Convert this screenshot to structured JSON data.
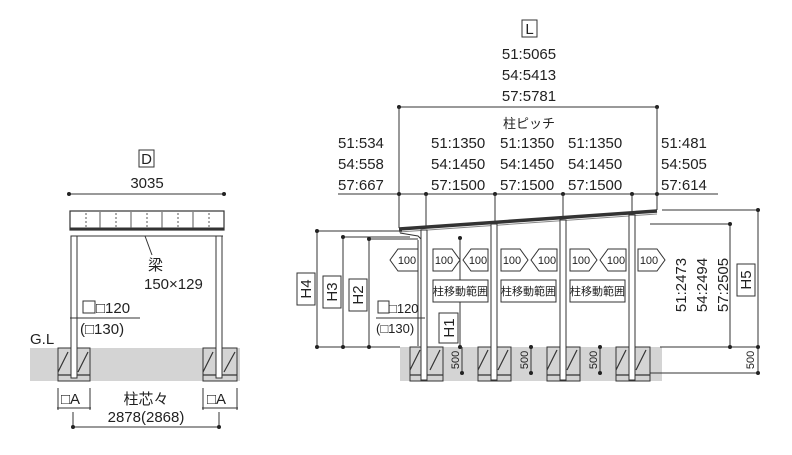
{
  "side_view": {
    "depth_label": "D",
    "depth_value": "3035",
    "beam_label": "梁",
    "beam_size": "150×129",
    "post_size": "□120",
    "post_size_alt": "(□130)",
    "ground_label": "G.L",
    "foundation_label": "□A",
    "post_center_label": "柱芯々",
    "post_center_value": "2878(2868)"
  },
  "front_view": {
    "length_label": "L",
    "length_values": [
      "51:5065",
      "54:5413",
      "57:5781"
    ],
    "pitch_label": "柱ピッチ",
    "spans": [
      [
        "51:534",
        "54:558",
        "57:667"
      ],
      [
        "51:1350",
        "54:1450",
        "57:1500"
      ],
      [
        "51:1350",
        "54:1450",
        "57:1500"
      ],
      [
        "51:1350",
        "54:1450",
        "57:1500"
      ],
      [
        "51:481",
        "54:505",
        "57:614"
      ]
    ],
    "move_value": "100",
    "move_range_label": "柱移動範囲",
    "post_size": "□120",
    "post_size_alt": "(□130)",
    "height_labels": [
      "H1",
      "H2",
      "H3",
      "H4",
      "H5"
    ],
    "h5_values": [
      "51:2473",
      "54:2494",
      "57:2505"
    ],
    "embed_depth": "500"
  }
}
